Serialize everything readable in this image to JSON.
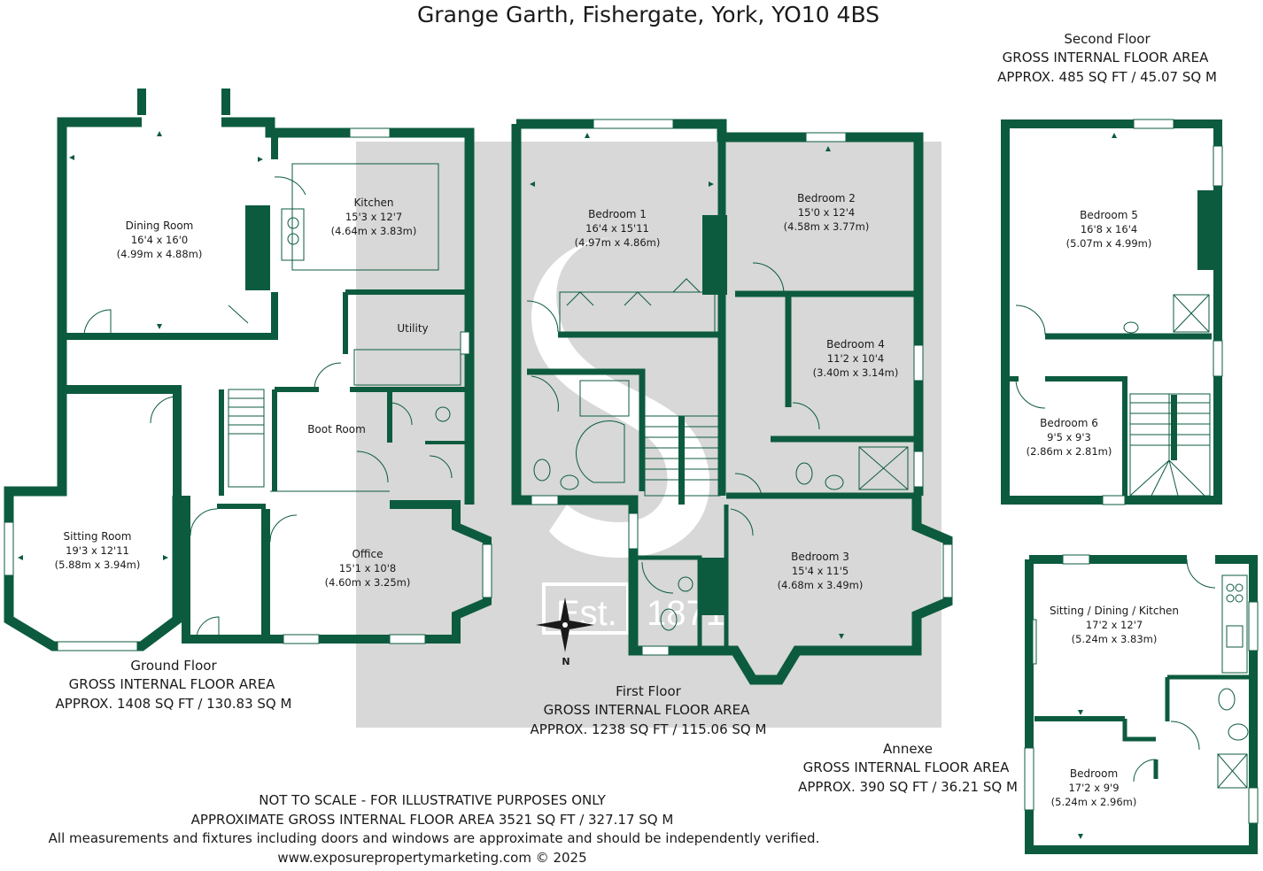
{
  "title": "Grange Garth, Fishergate, York, YO10 4BS",
  "accent_color": "#0d5b3f",
  "floors": {
    "ground": {
      "name": "Ground Floor",
      "area_label": "GROSS INTERNAL FLOOR AREA",
      "area_value": "APPROX. 1408 SQ FT / 130.83 SQ M"
    },
    "first": {
      "name": "First Floor",
      "area_label": "GROSS INTERNAL FLOOR AREA",
      "area_value": "APPROX. 1238 SQ FT / 115.06 SQ M"
    },
    "second": {
      "name": "Second Floor",
      "area_label": "GROSS INTERNAL FLOOR AREA",
      "area_value": "APPROX. 485 SQ FT / 45.07 SQ M"
    },
    "annexe": {
      "name": "Annexe",
      "area_label": "GROSS INTERNAL FLOOR AREA",
      "area_value": "APPROX. 390 SQ FT / 36.21 SQ M"
    }
  },
  "rooms": {
    "dining": {
      "name": "Dining Room",
      "imperial": "16'4 x 16'0",
      "metric": "(4.99m x 4.88m)"
    },
    "kitchen": {
      "name": "Kitchen",
      "imperial": "15'3 x 12'7",
      "metric": "(4.64m x 3.83m)"
    },
    "utility": {
      "name": "Utility"
    },
    "boot": {
      "name": "Boot Room"
    },
    "sitting": {
      "name": "Sitting Room",
      "imperial": "19'3 x 12'11",
      "metric": "(5.88m x 3.94m)"
    },
    "office": {
      "name": "Office",
      "imperial": "15'1 x 10'8",
      "metric": "(4.60m x 3.25m)"
    },
    "bed1": {
      "name": "Bedroom 1",
      "imperial": "16'4 x 15'11",
      "metric": "(4.97m x 4.86m)"
    },
    "bed2": {
      "name": "Bedroom 2",
      "imperial": "15'0 x 12'4",
      "metric": "(4.58m x 3.77m)"
    },
    "bed3": {
      "name": "Bedroom 3",
      "imperial": "15'4 x 11'5",
      "metric": "(4.68m x 3.49m)"
    },
    "bed4": {
      "name": "Bedroom 4",
      "imperial": "11'2 x 10'4",
      "metric": "(3.40m x 3.14m)"
    },
    "bed5": {
      "name": "Bedroom 5",
      "imperial": "16'8 x 16'4",
      "metric": "(5.07m x 4.99m)"
    },
    "bed6": {
      "name": "Bedroom 6",
      "imperial": "9'5 x 9'3",
      "metric": "(2.86m x 2.81m)"
    },
    "annexe_living": {
      "name": "Sitting / Dining / Kitchen",
      "imperial": "17'2 x 12'7",
      "metric": "(5.24m x 3.83m)"
    },
    "annexe_bed": {
      "name": "Bedroom",
      "imperial": "17'2 x 9'9",
      "metric": "(5.24m x 2.96m)"
    }
  },
  "compass": {
    "label": "N"
  },
  "watermark": {
    "text": "Est. 1871"
  },
  "footer": {
    "line1": "NOT TO SCALE - FOR ILLUSTRATIVE PURPOSES ONLY",
    "line2": "APPROXIMATE GROSS INTERNAL FLOOR AREA 3521 SQ FT / 327.17 SQ M",
    "line3": "All measurements and fixtures including doors and windows are approximate and should be independently verified.",
    "line4": "www.exposurepropertymarketing.com © 2025"
  }
}
